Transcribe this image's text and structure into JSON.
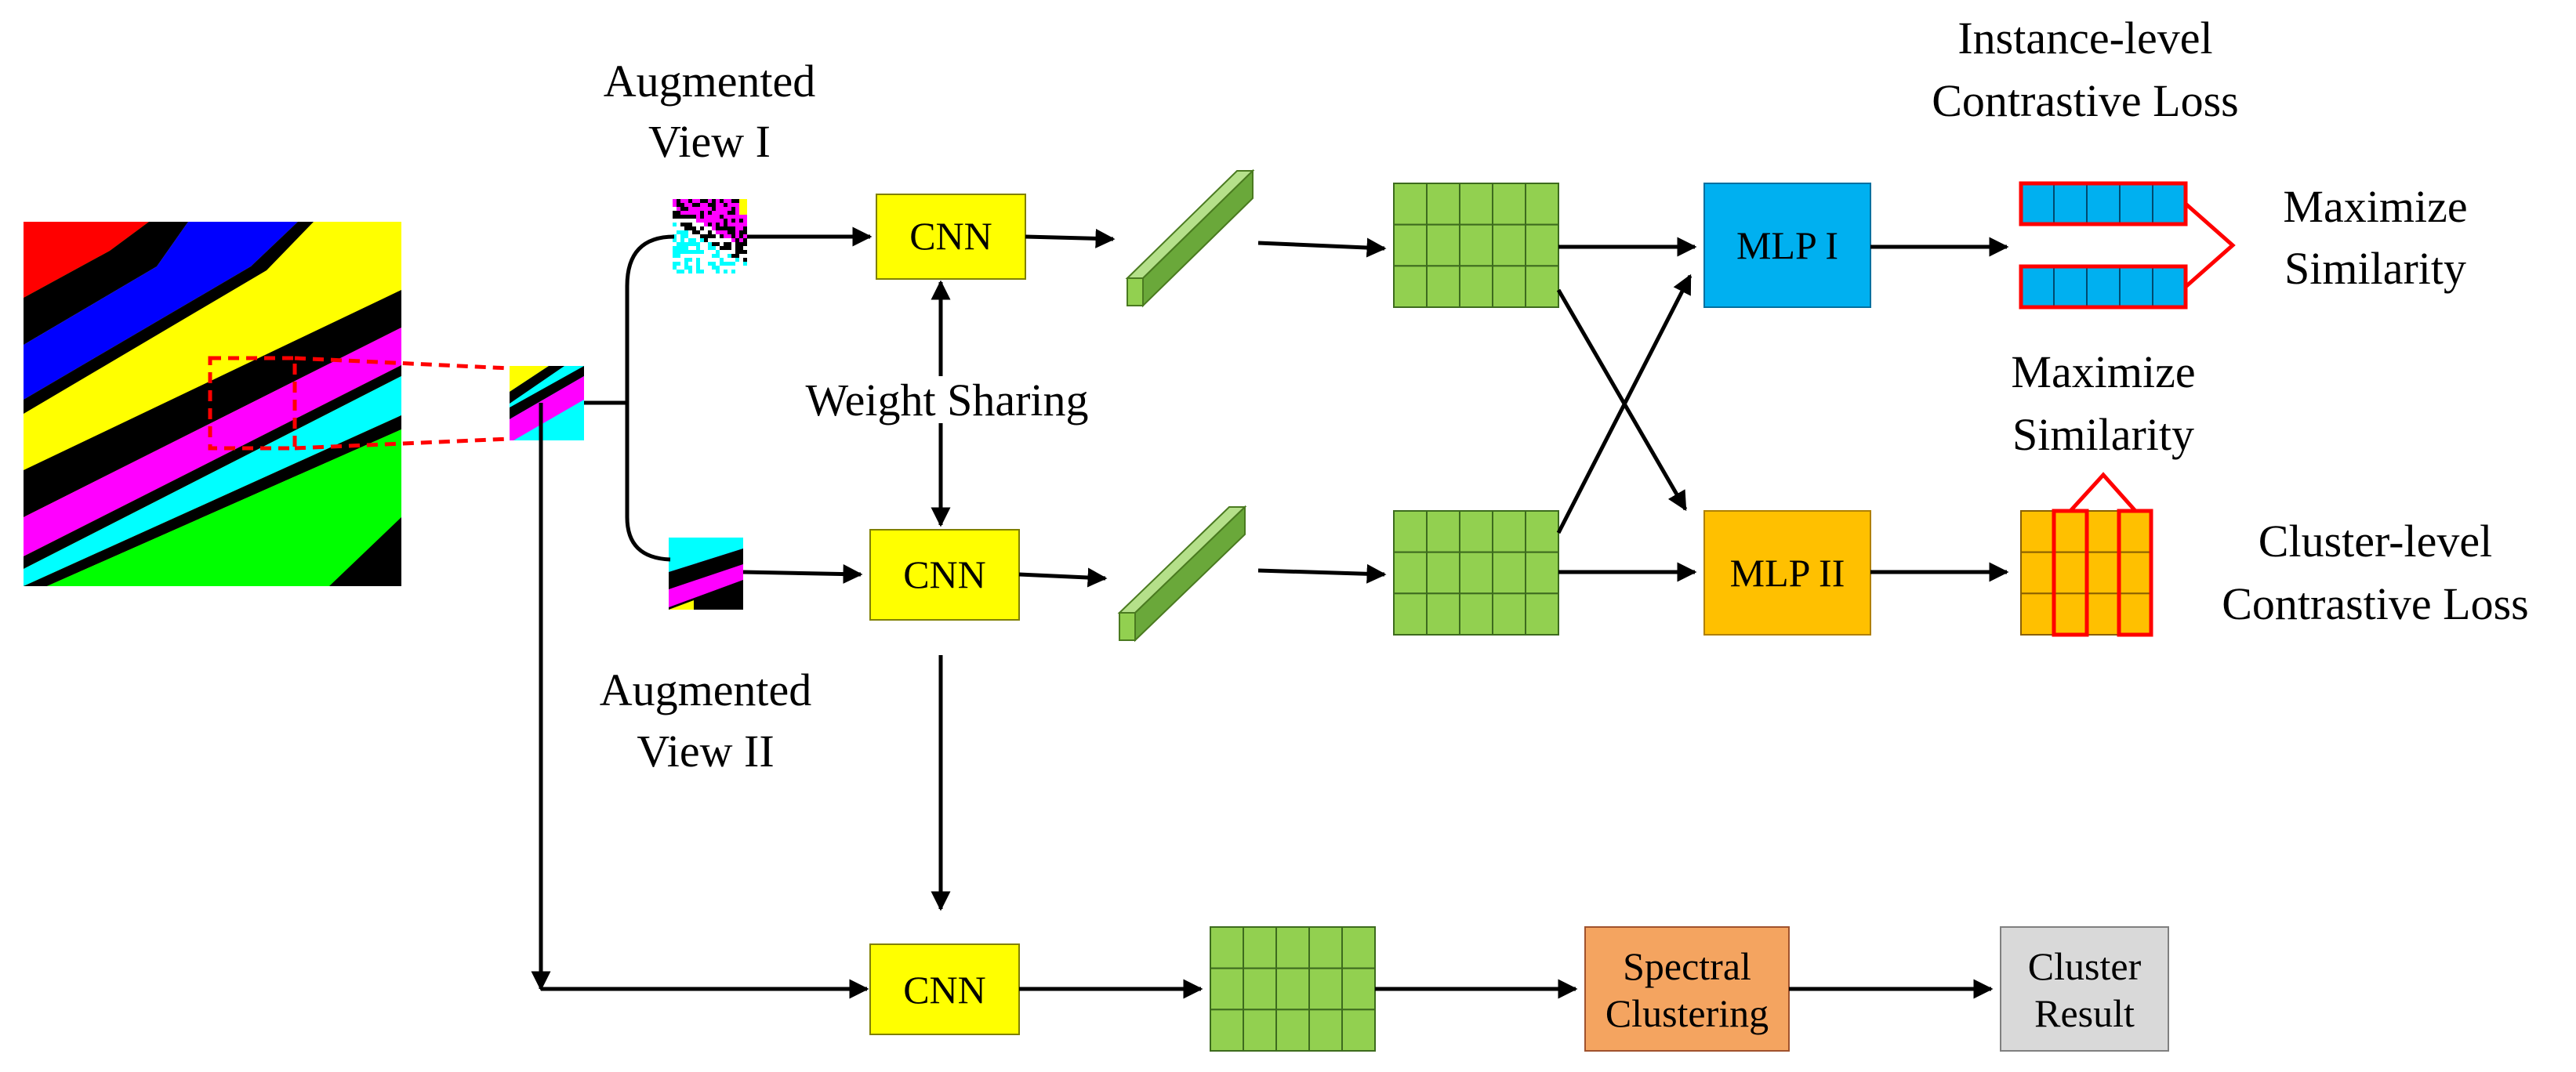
{
  "labels": {
    "aug_view_1": [
      "Augmented",
      "View I"
    ],
    "aug_view_2": [
      "Augmented",
      "View II"
    ],
    "weight_sharing": "Weight Sharing",
    "instance_loss": [
      "Instance-level",
      "Contrastive Loss"
    ],
    "cluster_loss": [
      "Cluster-level",
      "Contrastive Loss"
    ],
    "max_sim_top": [
      "Maximize",
      "Similarity"
    ],
    "max_sim_mid": [
      "Maximize",
      "Similarity"
    ]
  },
  "boxes": {
    "cnn_top": "CNN",
    "cnn_mid": "CNN",
    "cnn_bottom": "CNN",
    "mlp_1": "MLP I",
    "mlp_2": "MLP II",
    "spectral": [
      "Spectral",
      "Clustering"
    ],
    "result": [
      "Cluster",
      "Result"
    ]
  },
  "colors": {
    "cnn": "#ffff00",
    "mlp_1": "#00b0f0",
    "mlp_2": "#ffc000",
    "feature_grid": "#92d050",
    "spectral": "#f4a460",
    "result": "#d9d9d9",
    "highlight": "#ff0000",
    "map_red": "#ff0000",
    "map_blue": "#0000ff",
    "map_yellow": "#ffff00",
    "map_magenta": "#ff00ff",
    "map_cyan": "#00ffff",
    "map_green": "#00ff00",
    "map_black": "#000000"
  }
}
